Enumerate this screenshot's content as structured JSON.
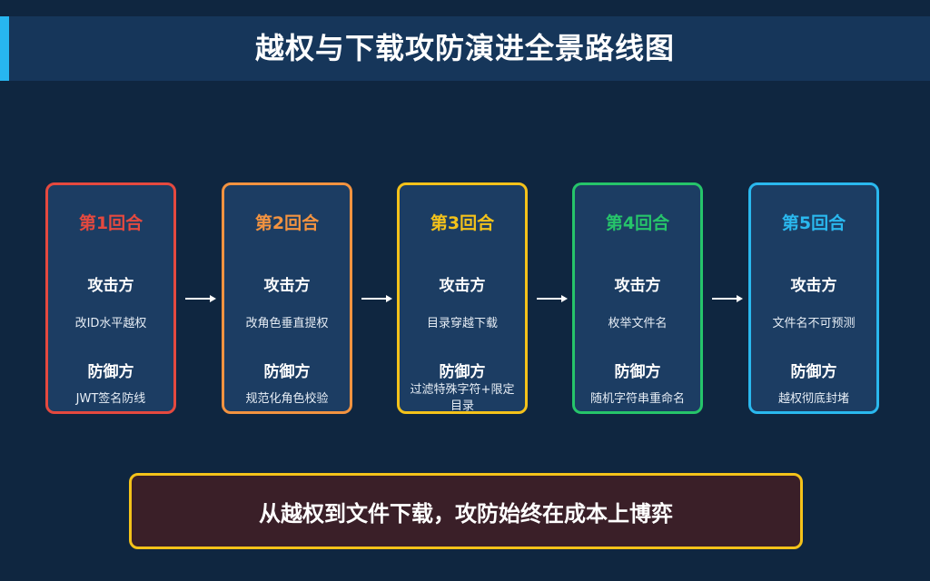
{
  "title": "越权与下载攻防演进全景路线图",
  "attacker_label": "攻击方",
  "defender_label": "防御方",
  "rounds": [
    {
      "name": "第1回合",
      "attack": "改ID水平越权",
      "defense": "JWT签名防线",
      "color": "#e5493f"
    },
    {
      "name": "第2回合",
      "attack": "改角色垂直提权",
      "defense": "规范化角色校验",
      "color": "#f39340"
    },
    {
      "name": "第3回合",
      "attack": "目录穿越下载",
      "defense": "过滤特殊字符+限定目录",
      "color": "#f4c21a"
    },
    {
      "name": "第4回合",
      "attack": "枚举文件名",
      "defense": "随机字符串重命名",
      "color": "#26c46a"
    },
    {
      "name": "第5回合",
      "attack": "文件名不可预测",
      "defense": "越权彻底封堵",
      "color": "#2ab8ee"
    }
  ],
  "summary": "从越权到文件下载，攻防始终在成本上博弈"
}
